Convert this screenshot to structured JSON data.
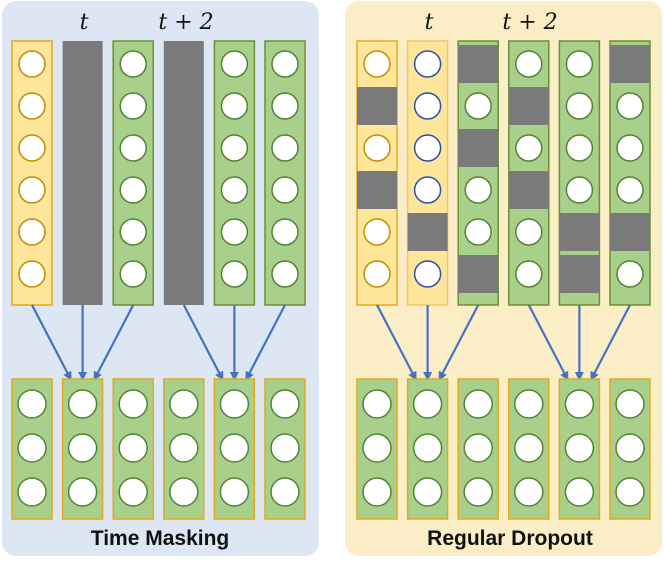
{
  "colors": {
    "left_panel_bg": "#dde7f3",
    "right_panel_bg": "#fbedc6",
    "yellow_column": "#fde69a",
    "yellow_border": "#e2a91c",
    "green_column": "#a8d08a",
    "green_border": "#6d8f33",
    "masked": "#7a7a7a",
    "arrow": "#4472c4",
    "neuron_fill": "#ffffff",
    "neuron_border_yellow_col": "#bf8f00",
    "neuron_border_green_col": "#548235",
    "neuron_border_blue": "#2f4f9e"
  },
  "panels": [
    {
      "id": "time-masking",
      "caption": "Time Masking",
      "label_t": "t",
      "label_t2": "t + 2",
      "input_columns": [
        {
          "color": "yellow",
          "cells": [
            "n",
            "n",
            "n",
            "n",
            "n",
            "n"
          ]
        },
        {
          "color": "masked",
          "cells": [
            "m",
            "m",
            "m",
            "m",
            "m",
            "m"
          ]
        },
        {
          "color": "green",
          "cells": [
            "n",
            "n",
            "n",
            "n",
            "n",
            "n"
          ]
        },
        {
          "color": "masked",
          "cells": [
            "m",
            "m",
            "m",
            "m",
            "m",
            "m"
          ]
        },
        {
          "color": "green",
          "cells": [
            "n",
            "n",
            "n",
            "n",
            "n",
            "n"
          ]
        },
        {
          "color": "green",
          "cells": [
            "n",
            "n",
            "n",
            "n",
            "n",
            "n"
          ]
        }
      ],
      "output_columns": 6,
      "output_cells": 3,
      "connections": [
        [
          0,
          1
        ],
        [
          1,
          1
        ],
        [
          2,
          1
        ],
        [
          3,
          4
        ],
        [
          4,
          4
        ],
        [
          5,
          4
        ]
      ]
    },
    {
      "id": "regular-dropout",
      "caption": "Regular Dropout",
      "label_t": "t",
      "label_t2": "t + 2",
      "input_columns": [
        {
          "color": "yellow",
          "cells": [
            "n",
            "m",
            "n",
            "m",
            "n",
            "n"
          ]
        },
        {
          "color": "yellow-blue",
          "cells": [
            "n",
            "n",
            "n",
            "n",
            "m",
            "n"
          ]
        },
        {
          "color": "green",
          "cells": [
            "m",
            "n",
            "m",
            "n",
            "n",
            "m"
          ]
        },
        {
          "color": "green",
          "cells": [
            "n",
            "m",
            "n",
            "m",
            "n",
            "n"
          ]
        },
        {
          "color": "green",
          "cells": [
            "n",
            "n",
            "n",
            "n",
            "m",
            "m"
          ]
        },
        {
          "color": "green",
          "cells": [
            "m",
            "n",
            "n",
            "n",
            "m",
            "n"
          ]
        }
      ],
      "output_columns": 6,
      "output_cells": 3,
      "connections": [
        [
          0,
          1
        ],
        [
          1,
          1
        ],
        [
          2,
          1
        ],
        [
          3,
          4
        ],
        [
          4,
          4
        ],
        [
          5,
          4
        ]
      ]
    }
  ]
}
